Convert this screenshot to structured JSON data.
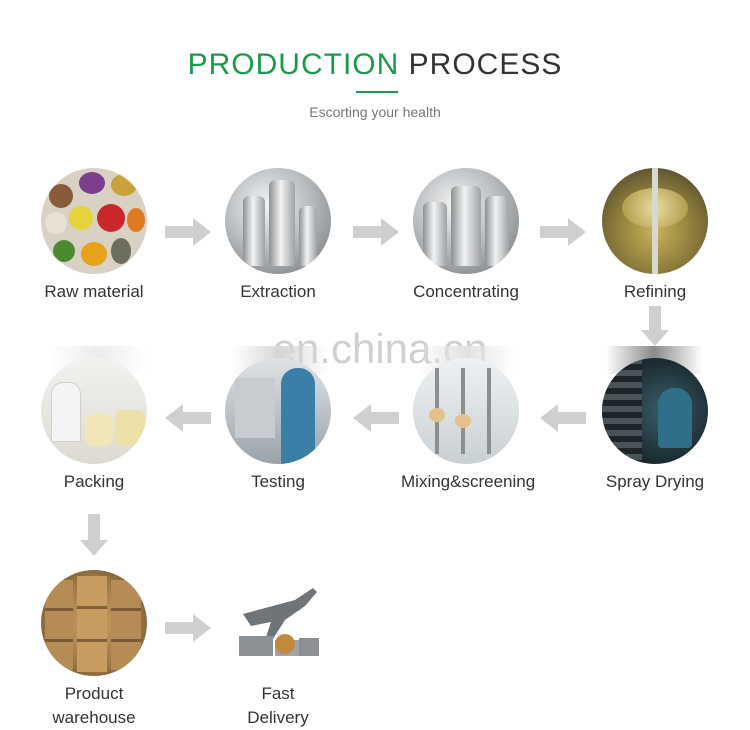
{
  "header": {
    "title_green": "PRODUCTION",
    "title_dark": "PROCESS",
    "subtitle": "Escorting your health"
  },
  "watermark": "en.china.cn",
  "steps": [
    {
      "lines": [
        "Raw material"
      ]
    },
    {
      "lines": [
        "Extraction"
      ]
    },
    {
      "lines": [
        "Concentrating"
      ]
    },
    {
      "lines": [
        "Refining"
      ]
    },
    {
      "lines": [
        "Spray Drying"
      ]
    },
    {
      "lines": [
        "Mixing&screening"
      ]
    },
    {
      "lines": [
        "Testing"
      ]
    },
    {
      "lines": [
        "Packing"
      ]
    },
    {
      "lines": [
        "Product",
        "warehouse"
      ]
    },
    {
      "lines": [
        "Fast",
        "Delivery"
      ]
    }
  ],
  "colors": {
    "accent_green": "#1a9a4a",
    "arrow_gray": "#cfcfcf",
    "text_dark": "#333333"
  }
}
